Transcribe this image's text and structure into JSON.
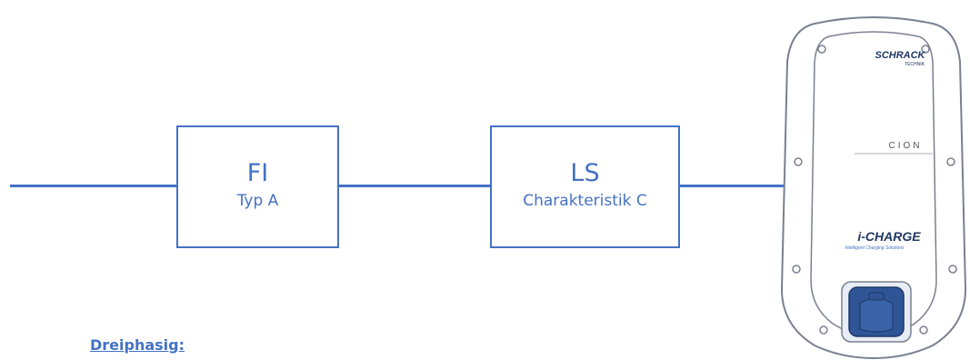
{
  "colors": {
    "accent": "#4472c4",
    "charger_outline": "#7a8090"
  },
  "fi_box": {
    "title": "FI",
    "subtitle": "Typ A"
  },
  "ls_box": {
    "title": "LS",
    "subtitle": "Charakteristik C"
  },
  "charger": {
    "brand": "SCHRACK",
    "brand_sub": "TECHNIK",
    "model": "CION",
    "product": "i-CHARGE",
    "tagline": "Intelligent Charging Solutions"
  },
  "footer": {
    "label": "Dreiphasig:"
  }
}
